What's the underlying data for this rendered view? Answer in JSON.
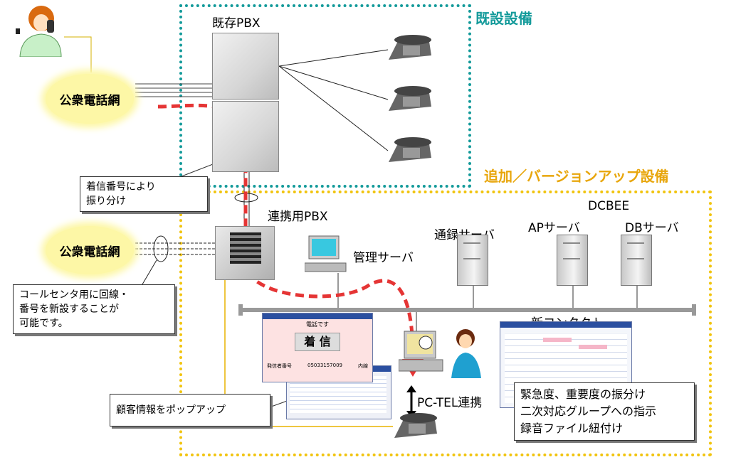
{
  "titles": {
    "existing": "既設設備",
    "added": "追加／バージョンアップ設備"
  },
  "labels": {
    "existing_pbx": "既存PBX",
    "link_pbx": "連携用PBX",
    "mgmt_server": "管理サーバ",
    "dcbee": "DCBEE",
    "rec_server": "通録サーバ",
    "ap_server": "APサーバ",
    "db_server": "DBサーバ",
    "new_contact": "新コンタクト",
    "pctel": "PC-TEL連携",
    "public_net_1": "公衆電話網",
    "public_net_2": "公衆電話網"
  },
  "callouts": {
    "route": [
      "着信番号により",
      "振り分け"
    ],
    "callcenter": [
      "コールセンタ用に回線・",
      "番号を新設することが",
      "可能です。"
    ],
    "popup": [
      "顧客情報をポップアップ"
    ],
    "features": [
      "緊急度、重要度の振分け",
      "二次対応グループへの指示",
      "録音ファイル紐付け"
    ]
  },
  "popup_window": {
    "header": "電話です",
    "main": "着 信",
    "number_label": "発信者番号",
    "number": "05033157009",
    "ext": "内線"
  },
  "colors": {
    "existing_border": "#139a9a",
    "added_border": "#f1c40f",
    "call_path": "#e53535",
    "cloud": "#fdf7a6"
  },
  "icons": [
    "person-phone-icon",
    "telephone-icon",
    "server-icon",
    "pbx-icon",
    "pc-icon",
    "operator-icon",
    "arrow-icon"
  ]
}
